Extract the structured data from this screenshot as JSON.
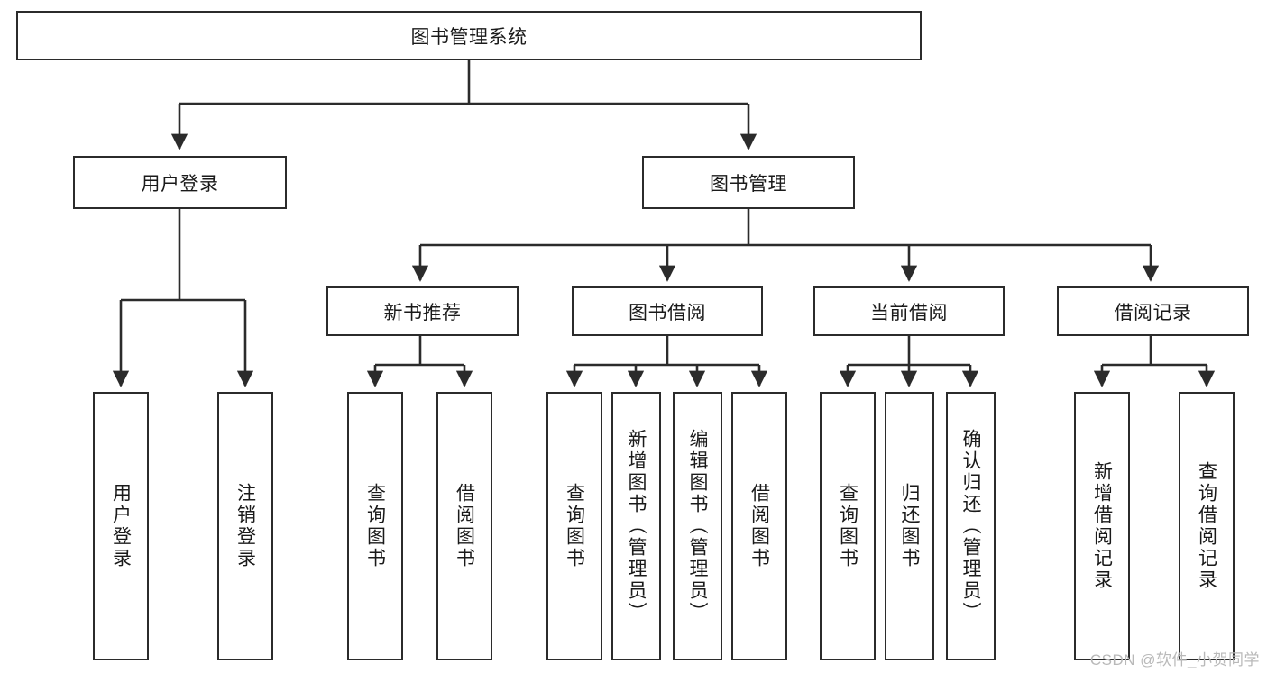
{
  "diagram": {
    "title": "图书管理系统",
    "type": "tree-hierarchy-diagram",
    "colors": {
      "background": "#ffffff",
      "box_border": "#2b2b2b",
      "box_fill": "#ffffff",
      "edge": "#2b2b2b",
      "text": "#1a1a1a",
      "watermark": "#b9b9b9"
    },
    "nodes": {
      "root": {
        "label": "图书管理系统",
        "orientation": "horizontal"
      },
      "level2": [
        {
          "label": "用户登录",
          "orientation": "horizontal"
        },
        {
          "label": "图书管理",
          "orientation": "horizontal"
        }
      ],
      "level3": [
        {
          "label": "新书推荐",
          "orientation": "horizontal"
        },
        {
          "label": "图书借阅",
          "orientation": "horizontal"
        },
        {
          "label": "当前借阅",
          "orientation": "horizontal"
        },
        {
          "label": "借阅记录",
          "orientation": "horizontal"
        }
      ],
      "leaves": {
        "user_login": [
          {
            "label": "用户登录",
            "orientation": "vertical"
          },
          {
            "label": "注销登录",
            "orientation": "vertical"
          }
        ],
        "new_book_recommend": [
          {
            "label": "查询图书",
            "orientation": "vertical"
          },
          {
            "label": "借阅图书",
            "orientation": "vertical"
          }
        ],
        "book_borrow": [
          {
            "label": "查询图书",
            "orientation": "vertical"
          },
          {
            "label": "新增图书（管理员）",
            "orientation": "vertical"
          },
          {
            "label": "编辑图书（管理员）",
            "orientation": "vertical"
          },
          {
            "label": "借阅图书",
            "orientation": "vertical"
          }
        ],
        "current_borrow": [
          {
            "label": "查询图书",
            "orientation": "vertical"
          },
          {
            "label": "归还图书",
            "orientation": "vertical"
          },
          {
            "label": "确认归还（管理员）",
            "orientation": "vertical"
          }
        ],
        "borrow_record": [
          {
            "label": "新增借阅记录",
            "orientation": "vertical"
          },
          {
            "label": "查询借阅记录",
            "orientation": "vertical"
          }
        ]
      }
    },
    "watermark": "CSDN @软件_小贺同学"
  }
}
